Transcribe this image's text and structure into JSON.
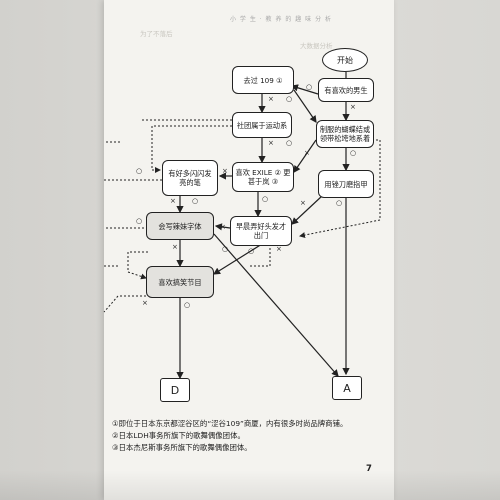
{
  "header": "小 学 生 · 教 养 的 趣 味 分 析",
  "faded_text": [
    "为了不落后",
    "大数据分析"
  ],
  "nodes": {
    "start": "开始",
    "shibuya": "去过 109 ①",
    "likes_boy": "有喜欢的男生",
    "club": "社团属于运动系",
    "uniform": "制服的蝴蝶结或领带松垮地系着",
    "exile": "喜欢 EXILE ② 更甚于岚 ③",
    "sparkly_pen": "有好多闪闪发亮的笔",
    "nail_file": "用锉刀磨指甲",
    "cute_font": "会写辣妹字体",
    "hairstyle": "早晨弄好头发才出门",
    "comedy": "喜欢搞笑节目",
    "result_d": "D",
    "result_a": "A"
  },
  "marks": {
    "no": "×",
    "yes": "○"
  },
  "footnotes": [
    "①即位于日本东京都涩谷区的“涩谷109”商厦，内有很多时尚品牌商铺。",
    "②日本LDH事务所旗下的歌舞偶像团体。",
    "③日本杰尼斯事务所旗下的歌舞偶像团体。"
  ],
  "page_number": "7"
}
